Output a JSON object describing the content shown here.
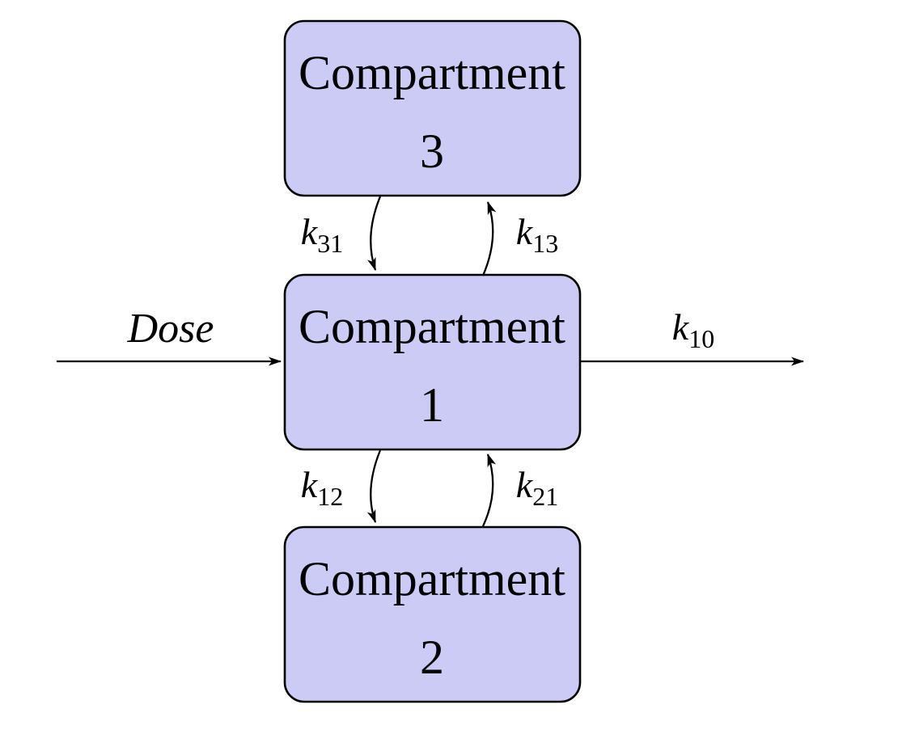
{
  "figure": {
    "title": "Three-compartment model diagram",
    "background_color": "#ffffff",
    "box_fill_color": "#cbcbf5",
    "box_border_color": "#000000",
    "arrow_color": "#000000",
    "compartments": {
      "top": {
        "line1": "Compartment",
        "line2": "3"
      },
      "middle": {
        "line1": "Compartment",
        "line2": "1"
      },
      "bottom": {
        "line1": "Compartment",
        "line2": "2"
      }
    },
    "labels": {
      "dose": "Dose",
      "k10": {
        "base": "k",
        "sub": "10"
      },
      "k31": {
        "base": "k",
        "sub": "31"
      },
      "k13": {
        "base": "k",
        "sub": "13"
      },
      "k12": {
        "base": "k",
        "sub": "12"
      },
      "k21": {
        "base": "k",
        "sub": "21"
      }
    }
  }
}
